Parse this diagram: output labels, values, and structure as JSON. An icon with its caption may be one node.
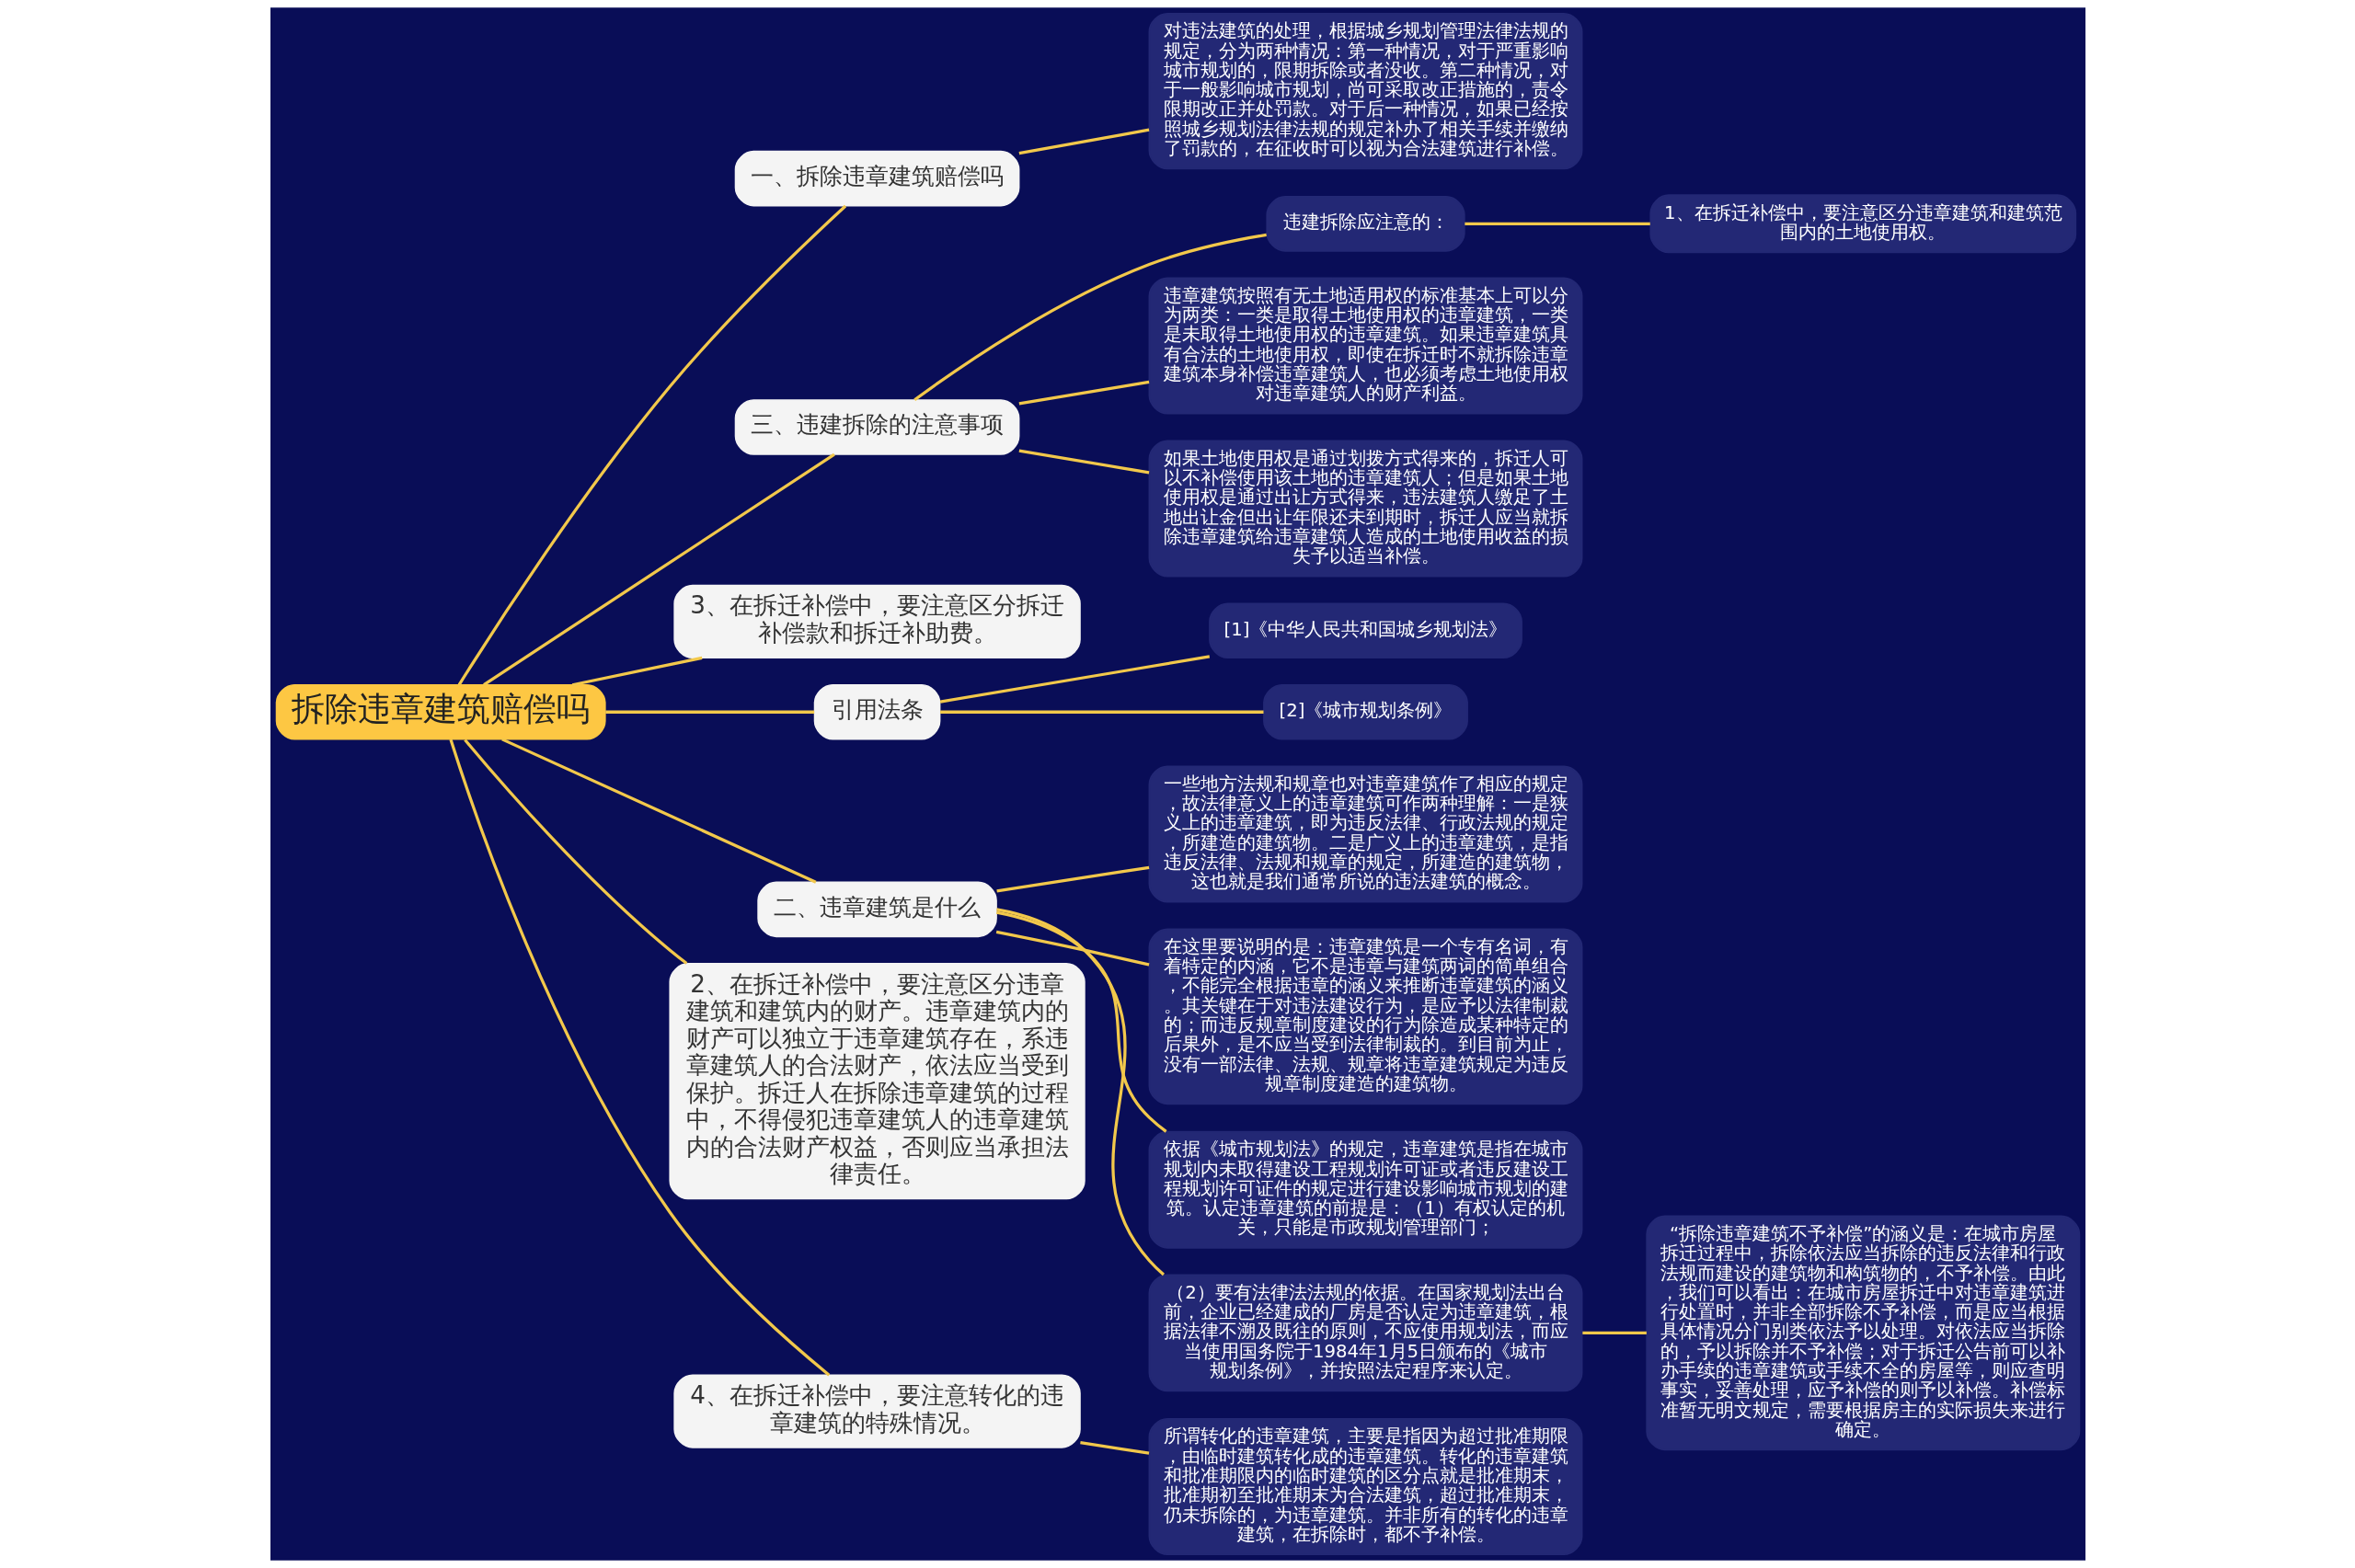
{
  "diagram": {
    "nodes": [
      {
        "text": [
          "拆除违章建筑赔偿吗"
        ]
      },
      {
        "text": [
          "一、拆除违章建筑赔偿吗"
        ]
      },
      {
        "text": [
          "对违法建筑的处理，根据城乡规划管理法律法规的规定，分为两种情况：第一种情况，对于严重影响城市规划的，限期拆除或者没收。第二种情况，对于一般影响城市规划，尚可采取改正措施的，责令限期改正并处罚款。对于后一种情况，如果已经按照城乡规划法律法规的规定补办了相关手续并缴纳了罚款的，在征收时可以视为合法建筑进行补偿。"
        ]
      },
      {
        "text": [
          "三、违建拆除的注意事项"
        ]
      },
      {
        "text": [
          "违建拆除应注意的："
        ]
      },
      {
        "text": [
          "1、在拆迁补偿中，要注意区分违章建筑和建筑范围内的土地使用权。"
        ]
      },
      {
        "text": [
          "违章建筑按照有无土地适用权的标准基本上可以分为两类：一类是取得土地使用权的违章建筑，一类是未取得土地使用权的违章建筑。如果违章建筑具有合法的土地使用权，即使在拆迁时不就拆除违章建筑本身补偿违章建筑人，也必须考虑土地使用权对违章建筑人的财产利益。"
        ]
      },
      {
        "text": [
          "如果土地使用权是通过划拨方式得来的，拆迁人可以不补偿使用该土地的违章建筑人；但是如果土地使用权是通过出让方式得来，违法建筑人缴足了土地出让金但出让年限还未到期时，拆迁人应当就拆除违章建筑给违章建筑人造成的土地使用收益的损失予以适当补偿。"
        ]
      },
      {
        "text": [
          "3、在拆迁补偿中，要注意区分拆迁补偿款和拆迁补助费。"
        ]
      },
      {
        "text": [
          "引用法条"
        ]
      },
      {
        "text": [
          "[1]《中华人民共和国城乡规划法》"
        ]
      },
      {
        "text": [
          "[2]《城市规划条例》"
        ]
      },
      {
        "text": [
          "二、违章建筑是什么"
        ]
      },
      {
        "text": [
          "一些地方法规和规章也对违章建筑作了相应的规定，故法律意义上的违章建筑可作两种理解：一是狭义上的违章建筑，即为违反法律、行政法规的规定，所建造的建筑物。二是广义上的违章建筑，是指违反法律、法规和规章的规定，所建造的建筑物，这也就是我们通常所说的违法建筑的概念。"
        ]
      },
      {
        "text": [
          "在这里要说明的是：违章建筑是一个专有名词，有着特定的内涵，它不是违章与建筑两词的简单组合，不能完全根据违章的涵义来推断违章建筑的涵义。其关键在于对违法建设行为，是应予以法律制裁的；而违反规章制度建设的行为除造成某种特定的后果外，是不应当受到法律制裁的。到目前为止，没有一部法律、法规、规章将违章建筑规定为违反规章制度建造的建筑物。"
        ]
      },
      {
        "text": [
          "依据《城市规划法》的规定，违章建筑是指在城市规划内未取得建设工程规划许可证或者违反建设工程规划许可证件的规定进行建设影响城市规划的建筑。认定违章建筑的前提是：（1）有权认定的机关，只能是市政规划管理部门；"
        ]
      },
      {
        "text": [
          "（2）要有法律法法规的依据。在国家规划法出台前，企业已经建成的厂房是否认定为违章建筑，根据法律不溯及既往的原则，不应使用规划法，而应当使用国务院于1984年1月5日颁布的《城市规划条例》，并按照法定程序来认定。"
        ]
      },
      {
        "text": [
          "“拆除违章建筑不予补偿”的涵义是：在城市房屋拆迁过程中，拆除依法应当拆除的违反法律和行政法规而建设的建筑物和构筑物的，不予补偿。由此，我们可以看出：在城市房屋拆迁中对违章建筑进行处置时，并非全部拆除不予补偿，而是应当根据具体情况分门别类依法予以处理。对依法应当拆除的，予以拆除并不予补偿；对于拆迁公告前可以补办手续的违章建筑或手续不全的房屋等，则应查明事实，妥善处理，应予补偿的则予以补偿。补偿标准暂无明文规定，需要根据房主的实际损失来进行确定。"
        ]
      },
      {
        "text": [
          "2、在拆迁补偿中，要注意区分违章建筑和建筑内的财产。违章建筑内的财产可以独立于违章建筑存在，系违章建筑人的合法财产，依法应当受到保护。拆迁人在拆除违章建筑的过程中，不得侵犯违章建筑人的违章建筑内的合法财产权益，否则应当承担法律责任。"
        ]
      },
      {
        "text": [
          "4、在拆迁补偿中，要注意转化的违章建筑的特殊情况。"
        ]
      },
      {
        "text": [
          "所谓转化的违章建筑，主要是指因为超过批准期限，由临时建筑转化成的违章建筑。转化的违章建筑和批准期限内的临时建筑的区分点就是批准期末，批准期初至批准期末为合法建筑，超过批准期末，仍未拆除的，为违章建筑。并非所有的转化的违章建筑，在拆除时，都不予补偿。"
        ]
      }
    ],
    "edges": [
      {
        "from": 0,
        "to": 1,
        "arrow": "none"
      },
      {
        "from": 1,
        "to": 2,
        "arrow": "none"
      },
      {
        "from": 0,
        "to": 3,
        "arrow": "none"
      },
      {
        "from": 3,
        "to": 4,
        "arrow": "none"
      },
      {
        "from": 4,
        "to": 5,
        "arrow": "none"
      },
      {
        "from": 3,
        "to": 6,
        "arrow": "none"
      },
      {
        "from": 3,
        "to": 7,
        "arrow": "none"
      },
      {
        "from": 0,
        "to": 8,
        "arrow": "none"
      },
      {
        "from": 0,
        "to": 9,
        "arrow": "none"
      },
      {
        "from": 9,
        "to": 10,
        "arrow": "none"
      },
      {
        "from": 9,
        "to": 11,
        "arrow": "none"
      },
      {
        "from": 0,
        "to": 12,
        "arrow": "none"
      },
      {
        "from": 12,
        "to": 13,
        "arrow": "none"
      },
      {
        "from": 12,
        "to": 14,
        "arrow": "none"
      },
      {
        "from": 12,
        "to": 15,
        "arrow": "none"
      },
      {
        "from": 12,
        "to": 16,
        "arrow": "none"
      },
      {
        "from": 16,
        "to": 17,
        "arrow": "none"
      },
      {
        "from": 0,
        "to": 18,
        "arrow": "none"
      },
      {
        "from": 0,
        "to": 19,
        "arrow": "none"
      },
      {
        "from": 19,
        "to": 20,
        "arrow": "none"
      }
    ]
  }
}
